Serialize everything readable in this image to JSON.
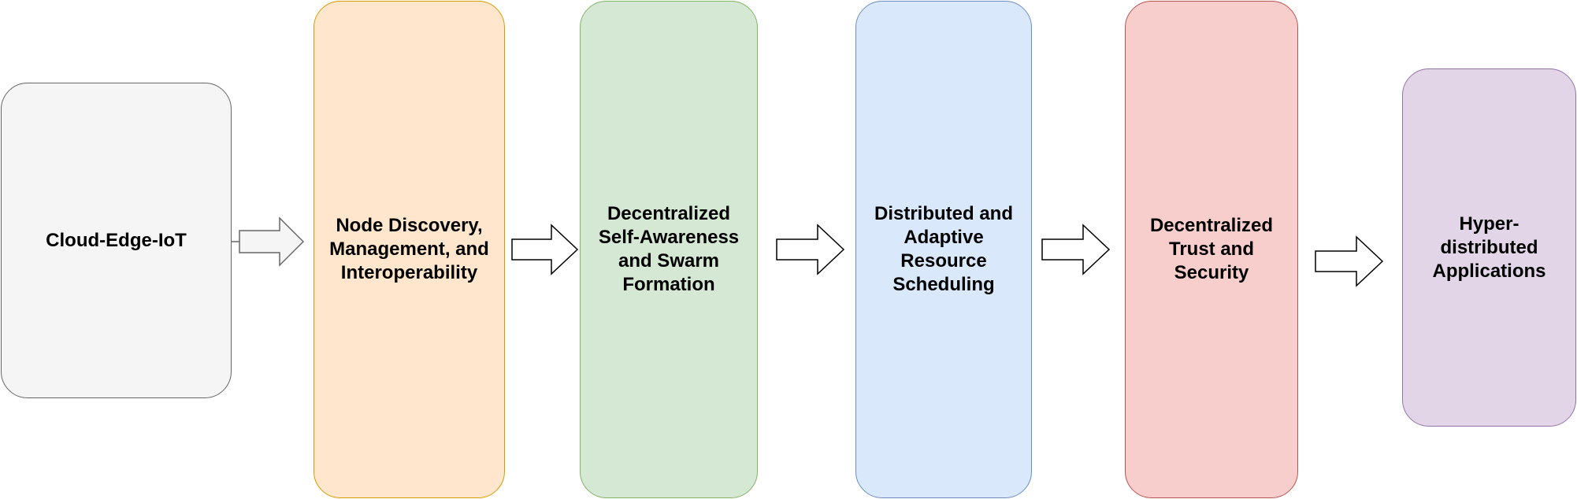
{
  "diagram": {
    "boxes": [
      {
        "id": "cloud-edge-iot",
        "label": "Cloud-Edge-IoT",
        "fill": "#f5f5f5",
        "stroke": "#666666"
      },
      {
        "id": "node-discovery",
        "label": "Node Discovery,\nManagement, and\nInteroperability",
        "fill": "#ffe6cc",
        "stroke": "#d79b00"
      },
      {
        "id": "self-awareness",
        "label": "Decentralized\nSelf-Awareness\nand Swarm\nFormation",
        "fill": "#d5e8d4",
        "stroke": "#82b366"
      },
      {
        "id": "resource-scheduling",
        "label": "Distributed and\nAdaptive\nResource\nScheduling",
        "fill": "#dae8fc",
        "stroke": "#6c8ebf"
      },
      {
        "id": "trust-security",
        "label": "Decentralized\nTrust and\nSecurity",
        "fill": "#f8cecc",
        "stroke": "#b85450"
      },
      {
        "id": "hyper-distributed-apps",
        "label": "Hyper-\ndistributed\nApplications",
        "fill": "#e1d5e7",
        "stroke": "#9673a6"
      }
    ],
    "arrows": [
      {
        "from": "cloud-edge-iot",
        "to": "node-discovery",
        "fill": "#f5f5f5",
        "stroke": "#666666"
      },
      {
        "from": "node-discovery",
        "to": "self-awareness",
        "fill": "#ffffff",
        "stroke": "#000000"
      },
      {
        "from": "self-awareness",
        "to": "resource-scheduling",
        "fill": "#ffffff",
        "stroke": "#000000"
      },
      {
        "from": "resource-scheduling",
        "to": "trust-security",
        "fill": "#ffffff",
        "stroke": "#000000"
      },
      {
        "from": "trust-security",
        "to": "hyper-distributed-apps",
        "fill": "#ffffff",
        "stroke": "#000000"
      }
    ]
  }
}
